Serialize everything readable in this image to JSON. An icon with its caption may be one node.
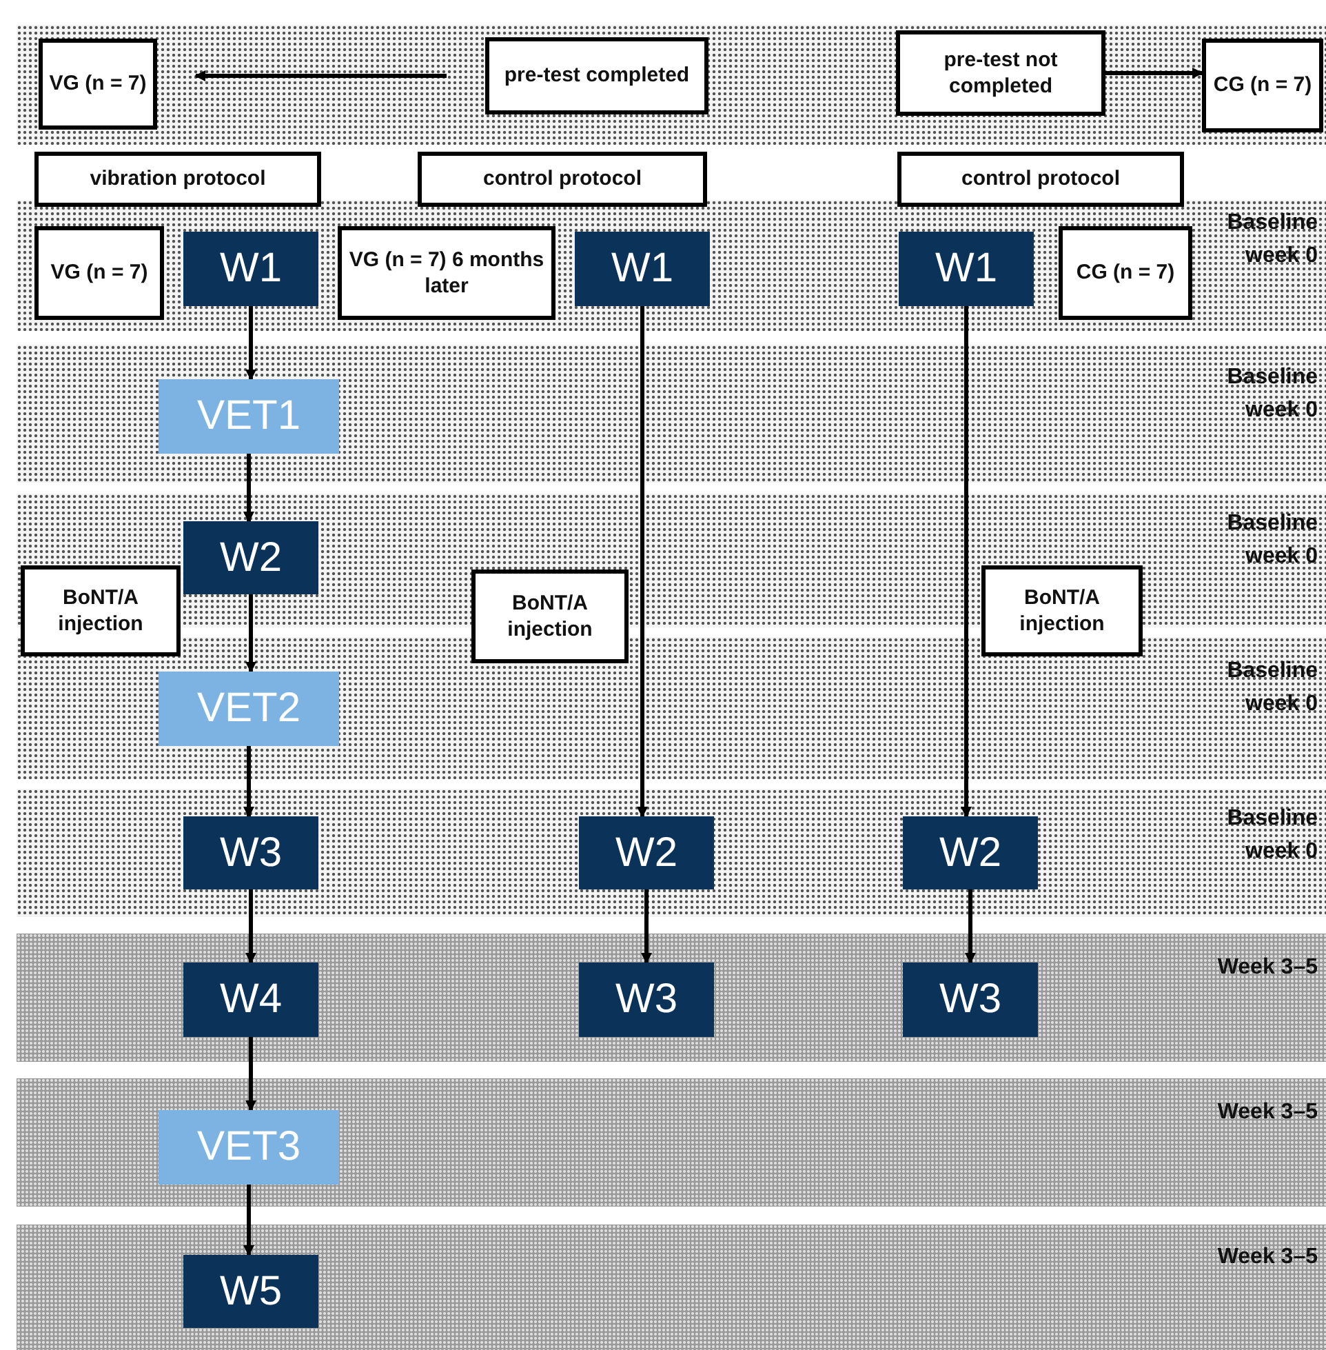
{
  "diagram": {
    "nodes": [
      {
        "text": [
          "VG (n = 7)"
        ]
      },
      {
        "text": [
          "pre-test completed"
        ]
      },
      {
        "text": [
          "pre-test not completed"
        ]
      },
      {
        "text": [
          "CG (n = 7)"
        ]
      },
      {
        "text": [
          "vibration protocol"
        ]
      },
      {
        "text": [
          "control protocol"
        ]
      },
      {
        "text": [
          "control protocol"
        ]
      },
      {
        "text": [
          "VG (n = 7)"
        ]
      },
      {
        "text": [
          "W1"
        ]
      },
      {
        "text": [
          "VG (n = 7) 6 months later"
        ]
      },
      {
        "text": [
          "W1"
        ]
      },
      {
        "text": [
          "W1"
        ]
      },
      {
        "text": [
          "CG (n = 7)"
        ]
      },
      {
        "text": [
          "VET1"
        ]
      },
      {
        "text": [
          "W2"
        ]
      },
      {
        "text": [
          "BoNT/A injection"
        ]
      },
      {
        "text": [
          "BoNT/A injection"
        ]
      },
      {
        "text": [
          "BoNT/A injection"
        ]
      },
      {
        "text": [
          "VET2"
        ]
      },
      {
        "text": [
          "W3"
        ]
      },
      {
        "text": [
          "W2"
        ]
      },
      {
        "text": [
          "W2"
        ]
      },
      {
        "text": [
          "W4"
        ]
      },
      {
        "text": [
          "W3"
        ]
      },
      {
        "text": [
          "W3"
        ]
      },
      {
        "text": [
          "VET3"
        ]
      },
      {
        "text": [
          "W5"
        ]
      }
    ],
    "edges": [
      {
        "from": 1,
        "to": 0,
        "arrow": "to"
      },
      {
        "from": 2,
        "to": 3,
        "arrow": "to"
      },
      {
        "from": 8,
        "to": 13,
        "arrow": "to"
      },
      {
        "from": 13,
        "to": 14,
        "arrow": "to"
      },
      {
        "from": 14,
        "to": 18,
        "arrow": "to"
      },
      {
        "from": 18,
        "to": 19,
        "arrow": "to"
      },
      {
        "from": 19,
        "to": 22,
        "arrow": "to"
      },
      {
        "from": 22,
        "to": 25,
        "arrow": "to"
      },
      {
        "from": 25,
        "to": 26,
        "arrow": "to"
      },
      {
        "from": 10,
        "to": 20,
        "arrow": "to"
      },
      {
        "from": 20,
        "to": 23,
        "arrow": "to"
      },
      {
        "from": 11,
        "to": 21,
        "arrow": "to"
      },
      {
        "from": 21,
        "to": 24,
        "arrow": "to"
      }
    ],
    "labels": [
      "Baseline week 0",
      "Baseline week 0",
      "Baseline week 0",
      "Baseline week 0",
      "Baseline week 0",
      "Week 3–5",
      "Week 3–5",
      "Week 3–5"
    ]
  }
}
